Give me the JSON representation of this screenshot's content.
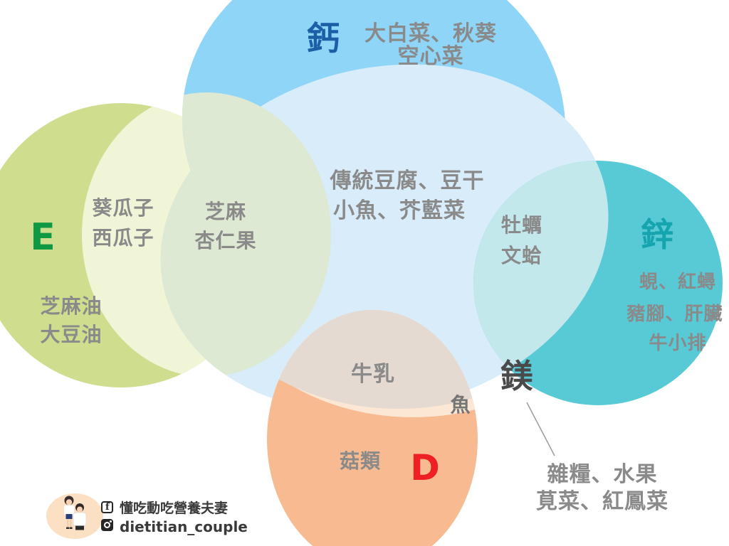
{
  "diagram": {
    "calcium": {
      "symbol": "鈣",
      "foods": [
        "大白菜、秋葵",
        "空心菜"
      ]
    },
    "vitamin_e": {
      "symbol": "E",
      "foods": [
        "芝麻油",
        "大豆油"
      ]
    },
    "zinc": {
      "symbol": "鋅",
      "foods": [
        "蜆、紅蟳",
        "豬腳、肝臟",
        "牛小排"
      ]
    },
    "magnesium": {
      "symbol": "鎂",
      "foods": [
        "雜糧、水果",
        "莧菜、紅鳳菜"
      ]
    },
    "vitamin_d": {
      "symbol": "D",
      "foods": [
        "菇類"
      ]
    },
    "overlaps": {
      "e_seeds": [
        "葵瓜子",
        "西瓜子"
      ],
      "e_mg": [
        "芝麻",
        "杏仁果"
      ],
      "ca_mg": [
        "傳統豆腐、豆干",
        "小魚、芥藍菜"
      ],
      "zn_mg": [
        "牡蠣",
        "文蛤"
      ],
      "d_mg_milk": "牛乳",
      "d_fish": "魚"
    }
  },
  "footer": {
    "facebook_name": "懂吃動吃營養夫妻",
    "instagram_handle": "dietitian_couple"
  },
  "colors": {
    "calcium_circle": "#8ed5f7",
    "magnesium_field": "#d8ecfa",
    "zinc_circle": "#57cad6",
    "zinc_mg_lens": "#c2e8ec",
    "vitamin_e_circle": "#cede8e",
    "seeds_lens": "#f1f5d7",
    "sesame_lens": "#dde9d2",
    "vitamin_d_circle": "#f8ba90",
    "milk_region": "#e4dad1",
    "fish_band": "#fbe7d3",
    "leader_line": "#9b9b9b",
    "calcium_label": "#1b5fa7",
    "vitamin_e_label": "#0f9944",
    "zinc_label": "#16a4ae",
    "magnesium_label": "#4a4a4a",
    "vitamin_d_label": "#ee2024",
    "food_text": "#8a8a8a"
  }
}
